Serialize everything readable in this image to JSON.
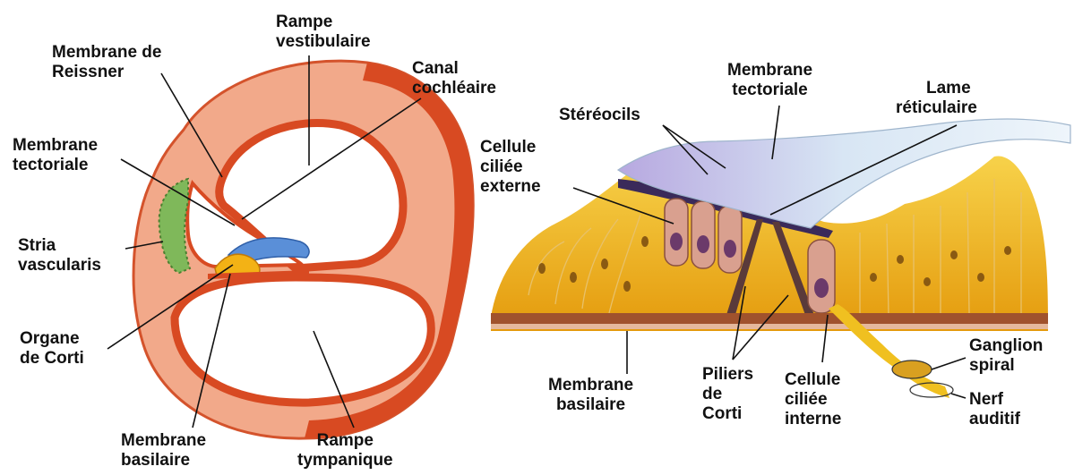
{
  "colors": {
    "wall_outer": "#f2a98a",
    "wall_inner": "#d84a22",
    "scala_fill": "#ffffff",
    "stria": "#7fb85a",
    "tectorial": "#5a8fd8",
    "corti_yellow": "#f3b215",
    "corti_cells": "#f7cb3a",
    "outer_hair_cell": "#d9a08f",
    "nucleus": "#6b3a6a",
    "basilar": "#a0522d",
    "tectorial_right": "#c9dff0",
    "nerve": "#f0c020"
  },
  "left_labels": {
    "membrane_reissner": [
      "Membrane de",
      "Reissner"
    ],
    "rampe_vestibulaire": [
      "Rampe",
      "vestibulaire"
    ],
    "canal_cochleaire": [
      "Canal",
      "cochléaire"
    ],
    "membrane_tectoriale": [
      "Membrane",
      "tectoriale"
    ],
    "stria_vascularis": [
      "Stria",
      "vascularis"
    ],
    "organe_corti": [
      "Organe",
      "de Corti"
    ],
    "membrane_basilaire": [
      "Membrane",
      "basilaire"
    ],
    "rampe_tympanique": [
      "Rampe",
      "tympanique"
    ]
  },
  "right_labels": {
    "membrane_tectoriale": [
      "Membrane",
      "tectoriale"
    ],
    "lame_reticulaire": [
      "Lame",
      "réticulaire"
    ],
    "stereocils": [
      "Stéréocils"
    ],
    "cellule_ciliee_externe": [
      "Cellule",
      "ciliée",
      "externe"
    ],
    "membrane_basilaire": [
      "Membrane",
      "basilaire"
    ],
    "piliers_corti": [
      "Piliers",
      "de",
      "Corti"
    ],
    "cellule_ciliee_interne": [
      "Cellule",
      "ciliée",
      "interne"
    ],
    "ganglion_spiral": [
      "Ganglion",
      "spiral"
    ],
    "nerf_auditif": [
      "Nerf",
      "auditif"
    ]
  }
}
